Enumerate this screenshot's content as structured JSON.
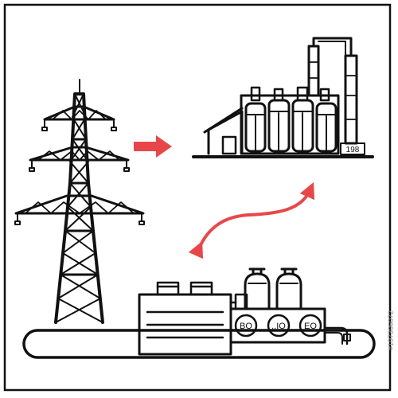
{
  "colors": {
    "ink": "#111111",
    "accent": "#e8474a",
    "background": "#ffffff",
    "watermark": "#9a9a9a"
  },
  "diagram": {
    "icons": {
      "pylon": "power-pylon-icon",
      "factory": "factory-icon",
      "plant": "storage-plant-icon",
      "forward_arrow": "right-arrow-icon",
      "exchange_arrow": "two-way-curved-arrow-icon"
    },
    "factory": {
      "plate_label": "198"
    },
    "plant": {
      "badges": [
        "BO",
        "..IO",
        "EO"
      ]
    }
  },
  "watermark": {
    "id_text": "#197306072"
  }
}
